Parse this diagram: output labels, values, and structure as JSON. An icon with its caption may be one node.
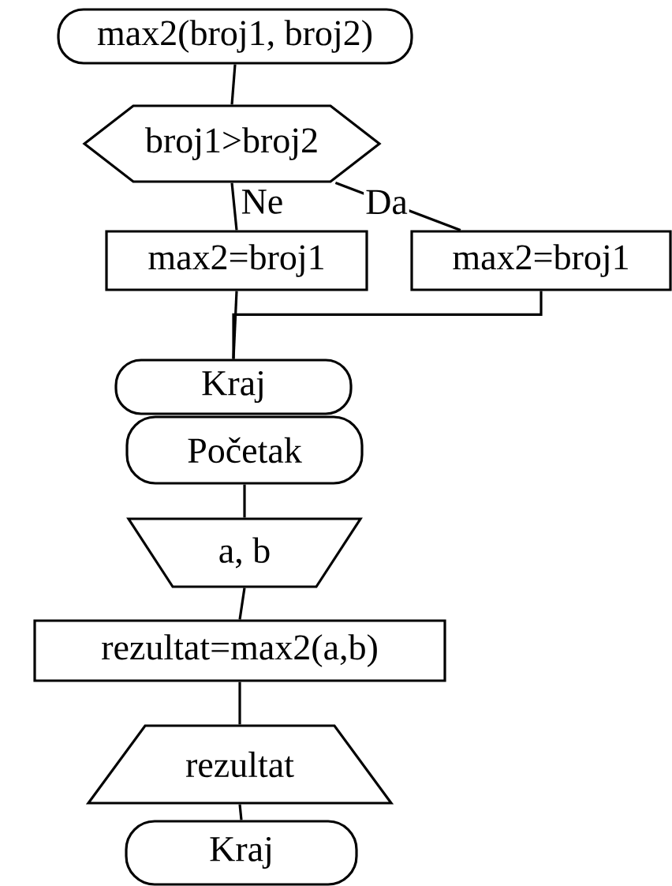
{
  "diagram": {
    "nodes": [
      {
        "text": [
          "max2(broj1, broj2)"
        ]
      },
      {
        "text": [
          "broj1>broj2"
        ]
      },
      {
        "text": [
          "max2=broj1"
        ]
      },
      {
        "text": [
          "max2=broj1"
        ]
      },
      {
        "text": [
          "Kraj"
        ]
      },
      {
        "text": [
          "Početak"
        ]
      },
      {
        "text": [
          "a, b"
        ]
      },
      {
        "text": [
          "rezultat=max2(a,b)"
        ]
      },
      {
        "text": [
          "rezultat"
        ]
      },
      {
        "text": [
          "Kraj"
        ]
      }
    ],
    "edges": [
      {
        "from": 0,
        "to": 1,
        "arrow": "none"
      },
      {
        "from": 1,
        "to": 2,
        "arrow": "none",
        "label": "Ne"
      },
      {
        "from": 1,
        "to": 3,
        "arrow": "none",
        "label": "Da"
      },
      {
        "from": 2,
        "to": 4,
        "arrow": "none"
      },
      {
        "from": 3,
        "to": 4,
        "arrow": "none"
      },
      {
        "from": 5,
        "to": 6,
        "arrow": "none"
      },
      {
        "from": 6,
        "to": 7,
        "arrow": "none"
      },
      {
        "from": 7,
        "to": 8,
        "arrow": "none"
      },
      {
        "from": 8,
        "to": 9,
        "arrow": "none"
      }
    ]
  }
}
